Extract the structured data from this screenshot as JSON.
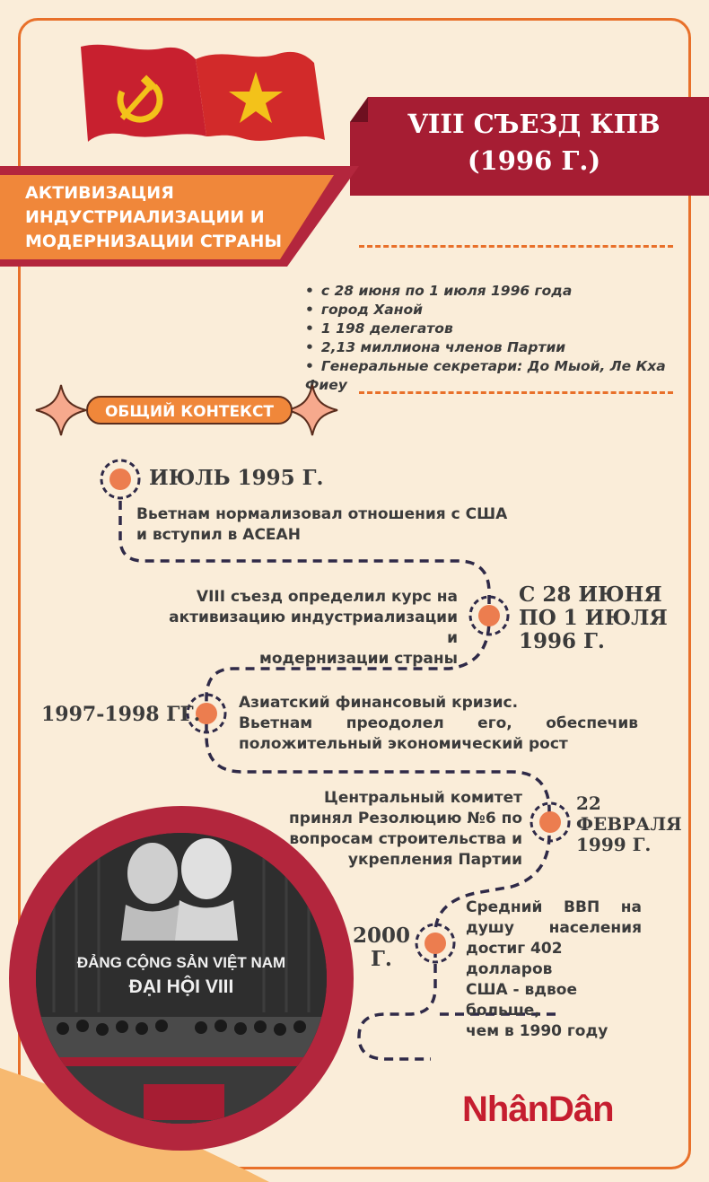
{
  "header": {
    "title_line1": "VIII СЪЕЗД КПВ",
    "title_line2": "(1996 Г.)",
    "ribbon_lines": [
      "АКТИВИЗАЦИЯ",
      "ИНДУСТРИАЛИЗАЦИИ И",
      "МОДЕРНИЗАЦИИ СТРАНЫ"
    ]
  },
  "facts": [
    "с 28 июня по 1 июля 1996 года",
    "город Ханой",
    "1 198 делегатов",
    "2,13 миллиона членов Партии",
    "Генеральные секретари: До Мыой, Ле Кха Фиеу"
  ],
  "context_label": "ОБЩИЙ КОНТЕКСТ",
  "timeline": [
    {
      "date": "ИЮЛЬ 1995 Г.",
      "desc": [
        "Вьетнам нормализовал отношения с США",
        "и вступил в АСЕАН"
      ]
    },
    {
      "date": [
        "С 28 ИЮНЯ",
        "ПО 1 ИЮЛЯ",
        "1996 Г."
      ],
      "desc": [
        "VIII съезд определил курс на",
        "активизацию индустриализации и",
        "модернизации страны"
      ]
    },
    {
      "date": "1997-1998 ГГ.",
      "desc": [
        "Азиатский финансовый кризис.",
        "Вьетнам преодолел его, обеспечив",
        "положительный экономический рост"
      ]
    },
    {
      "date": [
        "22",
        "ФЕВРАЛЯ",
        "1999 Г."
      ],
      "desc": [
        "Центральный комитет",
        "принял Резолюцию №6 по",
        "вопросам строительства и",
        "укрепления Партии"
      ]
    },
    {
      "date": [
        "2000",
        "Г."
      ],
      "desc": [
        "Средний ВВП на",
        "душу населения",
        "достиг 402 долларов",
        "США - вдвое больше,",
        "чем в 1990 году"
      ]
    }
  ],
  "photo": {
    "banner_line1": "ĐẢNG CỘNG SẢN VIỆT NAM",
    "banner_line2": "ĐẠI HỘI VIII"
  },
  "logo_text": "NhânDân",
  "colors": {
    "accent_orange": "#e8702a",
    "crimson": "#a61d33",
    "background": "#faedd9",
    "text": "#3b3b3b"
  }
}
